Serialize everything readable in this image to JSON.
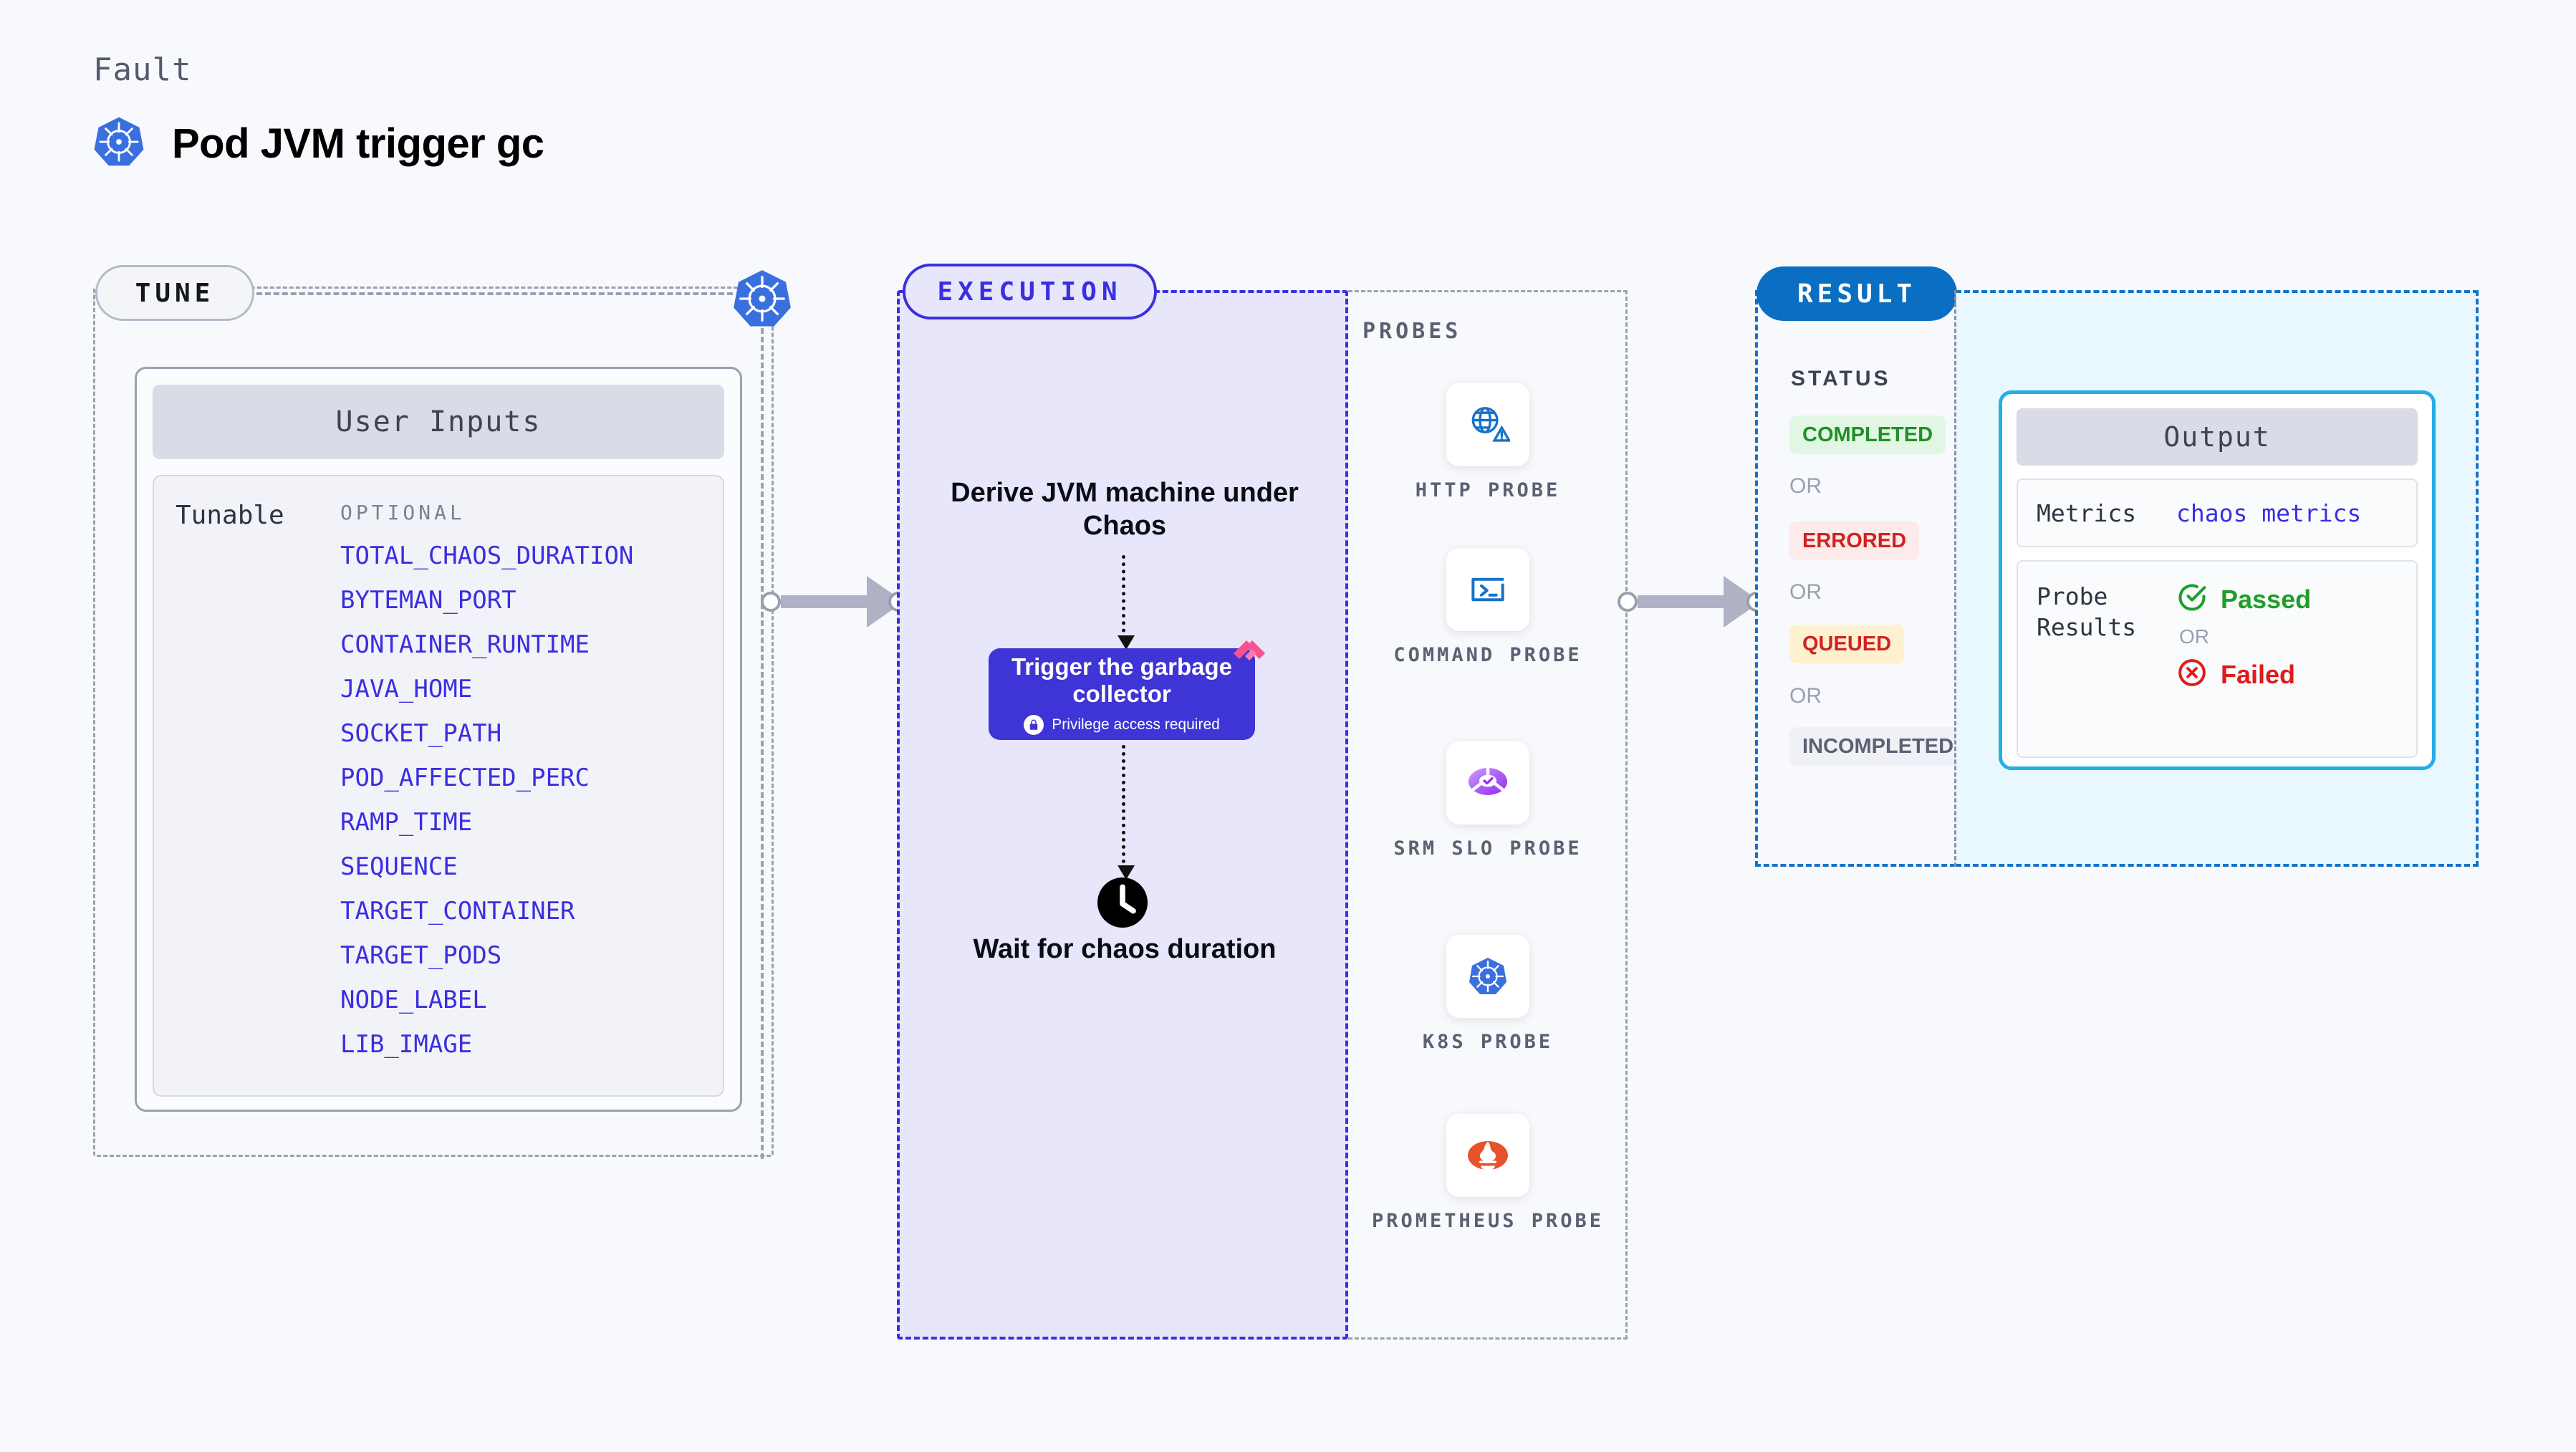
{
  "header": {
    "eyebrow": "Fault",
    "title": "Pod JVM trigger gc",
    "icon": "kubernetes-icon"
  },
  "tune": {
    "badge": "TUNE",
    "icon": "kubernetes-icon",
    "card_title": "User Inputs",
    "tunable_label": "Tunable",
    "optional_label": "OPTIONAL",
    "params": [
      "TOTAL_CHAOS_DURATION",
      "BYTEMAN_PORT",
      "CONTAINER_RUNTIME",
      "JAVA_HOME",
      "SOCKET_PATH",
      "POD_AFFECTED_PERC",
      "RAMP_TIME",
      "SEQUENCE",
      "TARGET_CONTAINER",
      "TARGET_PODS",
      "NODE_LABEL",
      "LIB_IMAGE"
    ],
    "accent": "#3a2fe0"
  },
  "execution": {
    "badge": "EXECUTION",
    "step_derive": "Derive JVM machine under Chaos",
    "action_card": {
      "title": "Trigger the garbage collector",
      "note": "Privilege access required",
      "note_icon": "lock-icon",
      "corner_icon": "litmus-corner-icon",
      "bg": "#3f34d6"
    },
    "step_wait": "Wait for chaos duration",
    "wait_icon": "clock-icon",
    "accent": "#3a2fe0",
    "bg": "#e7e6fb"
  },
  "probes": {
    "label": "PROBES",
    "items": [
      {
        "name": "HTTP PROBE",
        "icon": "globe-warning-icon"
      },
      {
        "name": "COMMAND PROBE",
        "icon": "terminal-icon"
      },
      {
        "name": "SRM SLO PROBE",
        "icon": "slo-donut-check-icon"
      },
      {
        "name": "K8S PROBE",
        "icon": "kubernetes-icon"
      },
      {
        "name": "PROMETHEUS PROBE",
        "icon": "prometheus-icon"
      }
    ]
  },
  "result": {
    "badge": "RESULT",
    "accent": "#0a6fc2",
    "status_label": "STATUS",
    "or": "OR",
    "statuses": [
      {
        "label": "COMPLETED",
        "fg": "#1f8f28",
        "bg": "#e2f7e3"
      },
      {
        "label": "ERRORED",
        "fg": "#d12222",
        "bg": "#fdeaea"
      },
      {
        "label": "QUEUED",
        "fg": "#d12222",
        "bg": "#fdf1cf"
      },
      {
        "label": "INCOMPLETED",
        "fg": "#5b6073",
        "bg": "#eff1f6"
      }
    ]
  },
  "output": {
    "title": "Output",
    "metrics_key": "Metrics",
    "metrics_value": "chaos metrics",
    "probe_results_key": "Probe Results",
    "passed": "Passed",
    "failed": "Failed",
    "or": "OR",
    "passed_color": "#1f9e28",
    "failed_color": "#e01b1b",
    "border": "#22afe8",
    "bg": "#e9f8fe"
  }
}
